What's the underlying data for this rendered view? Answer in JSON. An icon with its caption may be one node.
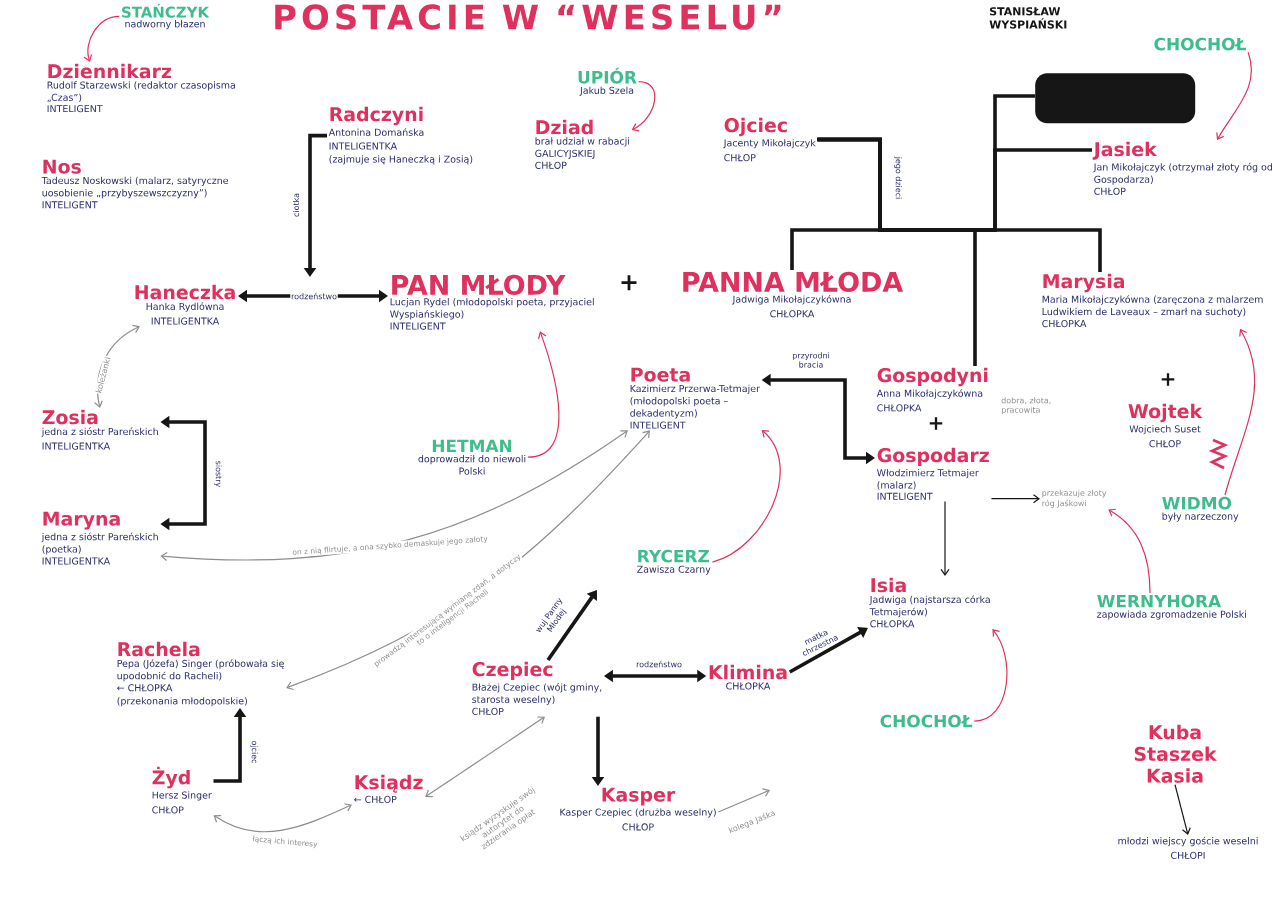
{
  "diagram": {
    "title": "POSTACIE W “WESELU”",
    "nodes": [
      {
        "text": [
          "STAŃCZYK",
          "nadworny błazen"
        ]
      },
      {
        "text": [
          "Dziennikarz",
          "Rudolf Starzewski (redaktor czasopisma „Czas”)",
          "INTELIGENT"
        ]
      },
      {
        "text": [
          "Nos",
          "Tadeusz Noskowski (malarz, satyryczne uosobienie „przybyszewszczyzny”)",
          "INTELIGENT"
        ]
      },
      {
        "text": [
          "Radczyni",
          "Antonina Domańska",
          "INTELIGENTKA",
          "(zajmuje się Haneczką i Zosią)"
        ]
      },
      {
        "text": [
          "Haneczka",
          "Hanka Rydlówna",
          "INTELIGENTKA"
        ]
      },
      {
        "text": [
          "Zosia",
          "jedna z sióstr Pareńskich",
          "INTELIGENTKA"
        ]
      },
      {
        "text": [
          "Maryna",
          "jedna z sióstr Pareńskich (poetka)",
          "INTELIGENTKA"
        ]
      },
      {
        "text": [
          "UPIÓR",
          "Jakub Szela"
        ]
      },
      {
        "text": [
          "Dziad",
          "brał udział w rabacji GALICYJSKIEJ",
          "CHŁOP"
        ]
      },
      {
        "text": [
          "Ojciec",
          "Jacenty Mikołajczyk",
          "CHŁOP"
        ]
      },
      {
        "text": [
          "CHOCHOŁ"
        ]
      },
      {
        "text": [
          "PAN MŁODY",
          "Lucjan Rydel (młodopolski poeta, przyjaciel Wyspiańskiego)",
          "INTELIGENT"
        ]
      },
      {
        "text": [
          "PANNA MŁODA",
          "Jadwiga Mikołajczykówna",
          "CHŁOPKA"
        ]
      },
      {
        "text": [
          "Jasiek",
          "Jan Mikołajczyk (otrzymał złoty róg od Gospodarza)",
          "CHŁOP"
        ]
      },
      {
        "text": [
          "Marysia",
          "Maria Mikołajczykówna (zaręczona z malarzem Ludwikiem de Laveaux – zmarł na suchoty)",
          "CHŁOPKA"
        ]
      },
      {
        "text": [
          "Wojtek",
          "Wojciech Suset",
          "CHŁOP"
        ]
      },
      {
        "text": [
          "HETMAN",
          "doprowadził do niewoli Polski"
        ]
      },
      {
        "text": [
          "Poeta",
          "Kazimierz Przerwa-Tetmajer (młodopolski poeta – dekadentyzm)",
          "INTELIGENT"
        ]
      },
      {
        "text": [
          "Gospodyni",
          "Anna Mikołajczykówna",
          "CHŁOPKA"
        ],
        "beside": [
          "dobra, złota, pracowita"
        ]
      },
      {
        "text": [
          "Gospodarz",
          "Włodzimierz Tetmajer (malarz)",
          "INTELIGENT"
        ]
      },
      {
        "text": [
          "RYCERZ",
          "Zawisza Czarny"
        ]
      },
      {
        "text": [
          "Isia",
          "Jadwiga (najstarsza córka Tetmajerów)",
          "CHŁOPKA"
        ]
      },
      {
        "text": [
          "WIDMO",
          "były narzeczony"
        ]
      },
      {
        "text": [
          "WERNYHORA",
          "zapowiada zgromadzenie Polski"
        ]
      },
      {
        "text": [
          "CHOCHOŁ"
        ]
      },
      {
        "text": [
          "Rachela",
          "Pepa (Józefa) Singer (próbowała się upodobnić do Racheli)",
          "← CHŁOPKA",
          "(przekonania młodopolskie)"
        ]
      },
      {
        "text": [
          "Czepiec",
          "Błażej Czepiec (wójt gminy, starosta weselny)",
          "CHŁOP"
        ]
      },
      {
        "text": [
          "Klimina",
          "CHŁOPKA"
        ]
      },
      {
        "text": [
          "Żyd",
          "Hersz Singer",
          "CHŁOP"
        ]
      },
      {
        "text": [
          "Ksiądz",
          "← CHŁOP"
        ]
      },
      {
        "text": [
          "Kasper",
          "Kasper Czepiec (drużba weselny)",
          "CHŁOP"
        ]
      },
      {
        "text": [
          "Kuba Staszek Kasia"
        ]
      },
      {
        "text": [
          "młodzi wiejscy goście weselni",
          "CHŁOPI"
        ]
      },
      {
        "text": [
          "przekazuje złoty róg Jaśkowi"
        ]
      },
      {
        "text": [],
        "shape": "box"
      }
    ],
    "edges": [
      {
        "from": 0,
        "to": 1,
        "arrow": "to",
        "color": "#e0305e"
      },
      {
        "from": 7,
        "to": 8,
        "arrow": "to",
        "color": "#e0305e"
      },
      {
        "from": 10,
        "to": 13,
        "arrow": "to",
        "color": "#e0305e"
      },
      {
        "from": 9,
        "to": 12,
        "arrow": "none",
        "style": "thick",
        "label": "jego dzieci"
      },
      {
        "from": 9,
        "to": 18,
        "arrow": "none",
        "style": "thick"
      },
      {
        "from": 9,
        "to": 14,
        "arrow": "none",
        "style": "thick"
      },
      {
        "from": 9,
        "to": 13,
        "arrow": "none",
        "style": "thick"
      },
      {
        "from": 3,
        "to": null,
        "arrow": "to",
        "style": "thick",
        "label": "ciotka"
      },
      {
        "from": 4,
        "to": 11,
        "arrow": "both",
        "style": "thick",
        "label": "rodzeństwo"
      },
      {
        "from": 4,
        "to": 5,
        "arrow": "both",
        "color": "#8d8d8d",
        "label": "koleżanki"
      },
      {
        "from": 5,
        "to": 6,
        "arrow": "both",
        "style": "thick",
        "label": "siostry"
      },
      {
        "from": 16,
        "to": 11,
        "arrow": "to",
        "color": "#e0305e"
      },
      {
        "from": 20,
        "to": 17,
        "arrow": "to",
        "color": "#e0305e"
      },
      {
        "from": 17,
        "to": 19,
        "arrow": "both",
        "style": "thick",
        "label": "przyrodni bracia"
      },
      {
        "from": 17,
        "to": 6,
        "arrow": "both",
        "color": "#8d8d8d",
        "label": "on z nią flirtuje, a ona szybko demaskuje jego zaloty"
      },
      {
        "from": 17,
        "to": 25,
        "arrow": "both",
        "color": "#8d8d8d",
        "label": "prowadzą interesującą wymianę zdań, a dotyczy to o inteligencji Racheli"
      },
      {
        "from": 28,
        "to": 25,
        "arrow": "to",
        "style": "thick",
        "label": "ojciec"
      },
      {
        "from": 28,
        "to": 29,
        "arrow": "both",
        "color": "#8d8d8d",
        "label": "łączą ich interesy"
      },
      {
        "from": 26,
        "to": null,
        "arrow": "to",
        "style": "thick",
        "label": "wuj Panny Młodej"
      },
      {
        "from": 26,
        "to": 27,
        "arrow": "both",
        "style": "thick",
        "label": "rodzeństwo"
      },
      {
        "from": 27,
        "to": 21,
        "arrow": "to",
        "style": "thick",
        "label": "matka chrzestna"
      },
      {
        "from": 26,
        "to": 30,
        "arrow": "to",
        "style": "thick"
      },
      {
        "from": 29,
        "to": 26,
        "arrow": "both",
        "color": "#8d8d8d",
        "label": "ksiądz wyzyskuje swój autorytet do zdzierania opłat"
      },
      {
        "from": 30,
        "to": null,
        "arrow": "to",
        "color": "#8d8d8d",
        "label": "kolega Jaśka"
      },
      {
        "from": 19,
        "to": 21,
        "arrow": "to"
      },
      {
        "from": 19,
        "to": 33,
        "arrow": "to"
      },
      {
        "from": 23,
        "to": 33,
        "arrow": "to",
        "color": "#e0305e"
      },
      {
        "from": 24,
        "to": 21,
        "arrow": "to",
        "color": "#e0305e"
      },
      {
        "from": 22,
        "to": 14,
        "arrow": "to",
        "color": "#e0305e"
      },
      {
        "from": 31,
        "to": 32,
        "arrow": "to"
      },
      {
        "from": 9,
        "to": 34,
        "arrow": "none",
        "style": "thick"
      }
    ],
    "labels": [
      "STANISŁAW WYSPIAŃSKI",
      "+",
      "+",
      "+"
    ]
  }
}
